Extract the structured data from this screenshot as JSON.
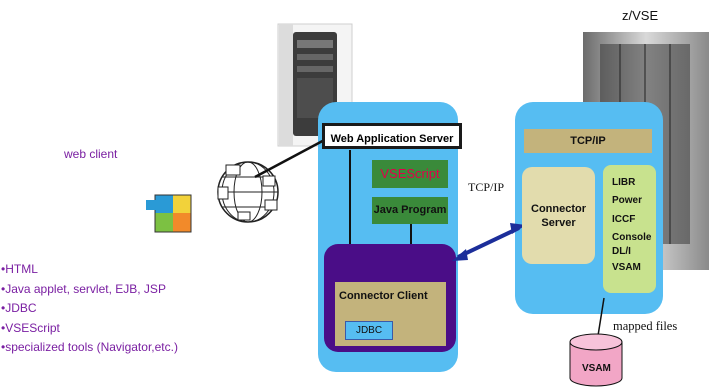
{
  "system_title": "z/VSE",
  "web_client": {
    "label": "web client",
    "features": [
      "•HTML",
      "•Java applet, servlet, EJB, JSP",
      "•JDBC",
      "•VSEScript",
      "•specialized tools (Navigator,etc.)"
    ]
  },
  "middle_tier": {
    "web_app_server": "Web Application Server",
    "vsescript": "VSEScript",
    "java_program": "Java Program",
    "connector_client": "Connector  Client",
    "jdbc": "JDBC"
  },
  "link_label": "TCP/IP",
  "vse_host": {
    "tcpip": "TCP/IP",
    "connector_server": "Connector Server",
    "services": [
      "LIBR",
      "Power",
      "ICCF",
      "Console",
      "DL/I",
      "VSAM"
    ]
  },
  "mapped_files": "mapped files",
  "vsam_store": "VSAM",
  "colors": {
    "light_blue": "#56bdf2",
    "dark_purple": "#4a0d87",
    "green_box": "#3a8a3a",
    "beige": "#e2dcad",
    "lime": "#c8e28e",
    "tan": "#c3b37c",
    "vsam_pink": "#f2a6c6",
    "purple_text": "#7a1fa2",
    "red_text": "#e0004b"
  }
}
